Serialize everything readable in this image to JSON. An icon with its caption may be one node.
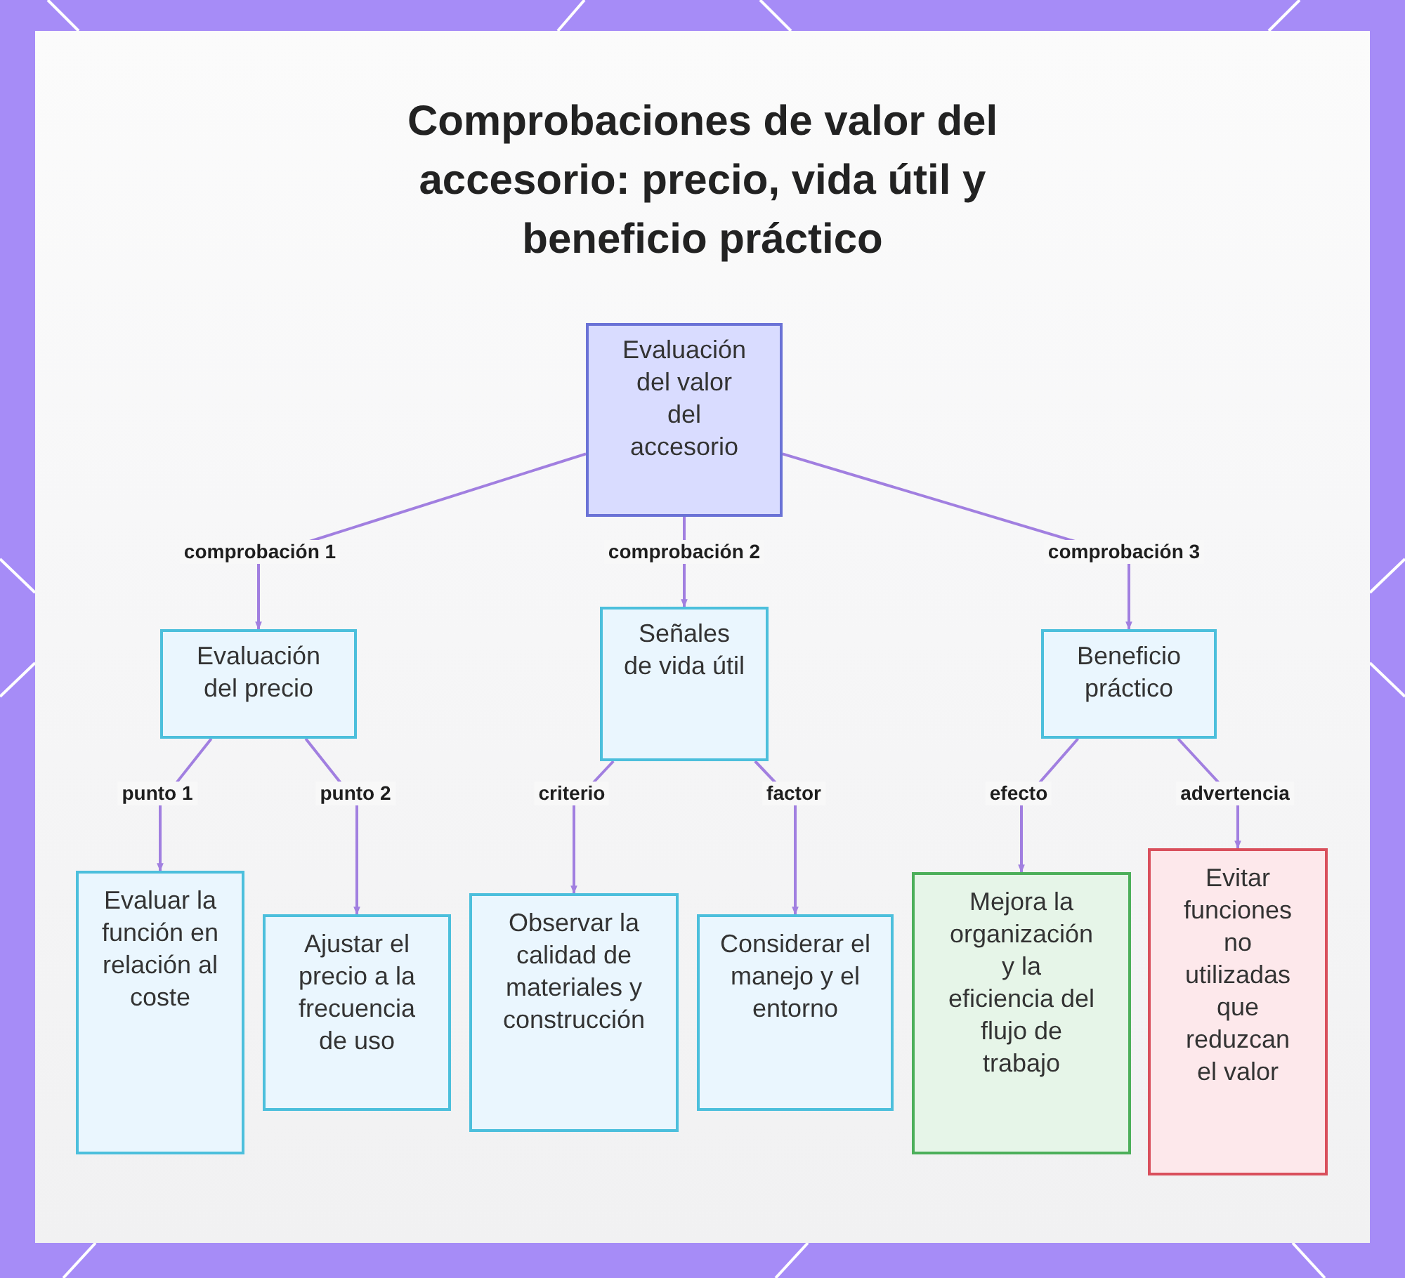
{
  "diagram": {
    "title": "Comprobaciones de valor del accesorio: precio, vida útil y beneficio práctico",
    "nodes": [
      {
        "text": [
          "Evaluación del valor del accesorio"
        ]
      },
      {
        "text": [
          "Evaluación del precio"
        ]
      },
      {
        "text": [
          "Señales de vida útil"
        ]
      },
      {
        "text": [
          "Beneficio práctico"
        ]
      },
      {
        "text": [
          "Evaluar la función en relación al coste"
        ]
      },
      {
        "text": [
          "Ajustar el precio a la frecuencia de uso"
        ]
      },
      {
        "text": [
          "Observar la calidad de materiales y construcción"
        ]
      },
      {
        "text": [
          "Considerar el manejo y el entorno"
        ]
      },
      {
        "text": [
          "Mejora la organización y la eficiencia del flujo de trabajo"
        ]
      },
      {
        "text": [
          "Evitar funciones no utilizadas que reduzcan el valor"
        ]
      }
    ],
    "edges": [
      {
        "from": 0,
        "to": 1,
        "arrow": "to",
        "label": "comprobación 1"
      },
      {
        "from": 0,
        "to": 2,
        "arrow": "to",
        "label": "comprobación 2"
      },
      {
        "from": 0,
        "to": 3,
        "arrow": "to",
        "label": "comprobación 3"
      },
      {
        "from": 1,
        "to": 4,
        "arrow": "to",
        "label": "punto 1"
      },
      {
        "from": 1,
        "to": 5,
        "arrow": "to",
        "label": "punto 2"
      },
      {
        "from": 2,
        "to": 6,
        "arrow": "to",
        "label": "criterio"
      },
      {
        "from": 2,
        "to": 7,
        "arrow": "to",
        "label": "factor"
      },
      {
        "from": 3,
        "to": 8,
        "arrow": "to",
        "label": "efecto"
      },
      {
        "from": 3,
        "to": 9,
        "arrow": "to",
        "label": "advertencia"
      }
    ]
  }
}
